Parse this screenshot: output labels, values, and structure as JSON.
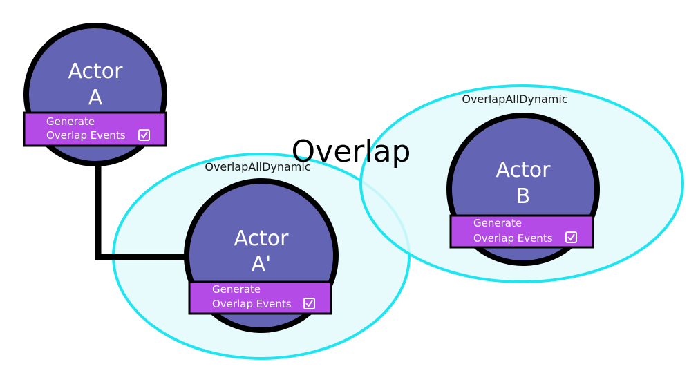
{
  "diagram": {
    "overlap_label": "Overlap",
    "colors": {
      "actor_fill": "#6464b4",
      "actor_stroke": "#000000",
      "badge_fill": "#b44be6",
      "zone_fill": "#e3f9fb",
      "zone_stroke": "#1ee6f0",
      "connector": "#000000"
    },
    "zones": [
      {
        "id": "zone-a-prime",
        "label": "OverlapAllDynamic"
      },
      {
        "id": "zone-b",
        "label": "OverlapAllDynamic"
      }
    ],
    "actors": [
      {
        "id": "actor-a",
        "line1": "Actor",
        "line2": "A",
        "badge_line1": "Generate",
        "badge_line2": "Overlap Events",
        "checkbox_icon": "checkbox-checked-icon"
      },
      {
        "id": "actor-a-prime",
        "line1": "Actor",
        "line2": "A'",
        "badge_line1": "Generate",
        "badge_line2": "Overlap Events",
        "checkbox_icon": "checkbox-checked-icon"
      },
      {
        "id": "actor-b",
        "line1": "Actor",
        "line2": "B",
        "badge_line1": "Generate",
        "badge_line2": "Overlap Events",
        "checkbox_icon": "checkbox-checked-icon"
      }
    ]
  }
}
